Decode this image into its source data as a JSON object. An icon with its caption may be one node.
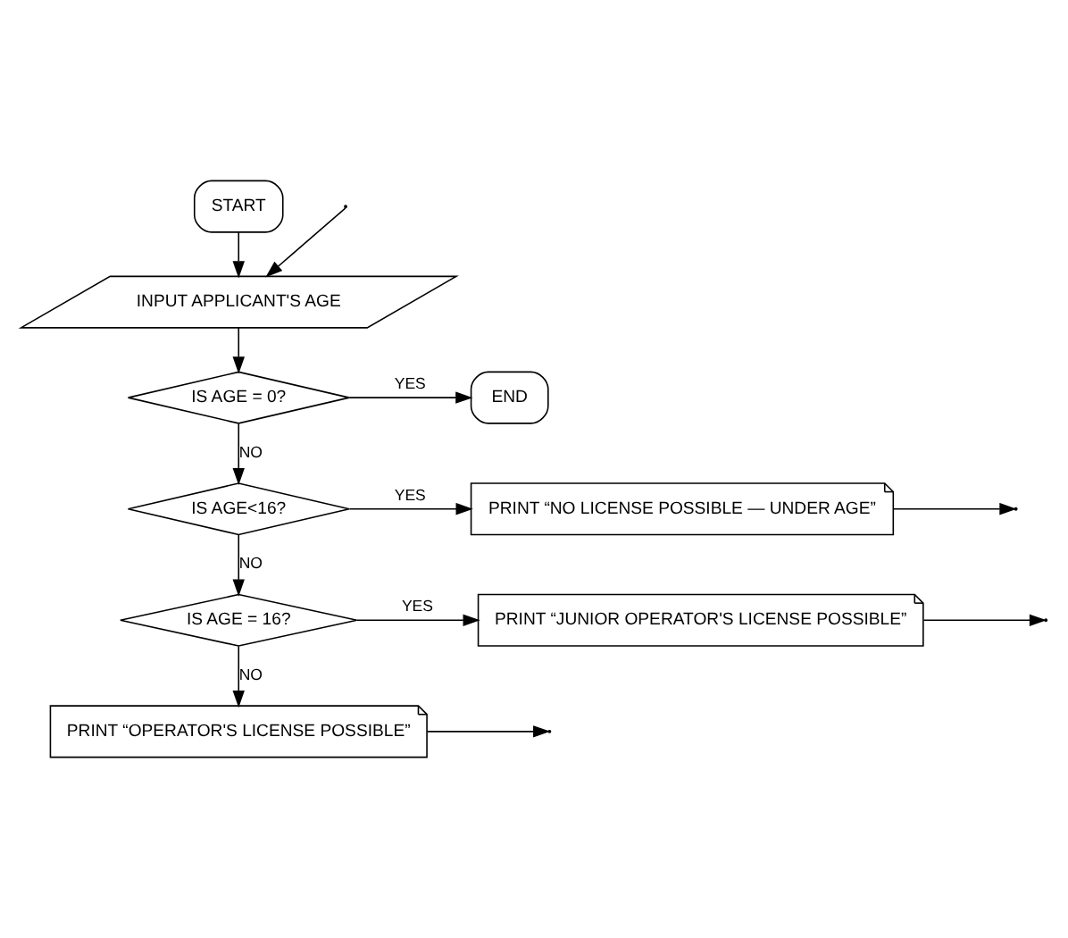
{
  "diagram": {
    "nodes": [
      {
        "text": [
          "START"
        ]
      },
      {
        "text": [
          "INPUT APPLICANT'S AGE"
        ]
      },
      {
        "text": [
          "IS AGE = 0?"
        ]
      },
      {
        "text": [
          "END"
        ]
      },
      {
        "text": [
          "IS AGE<16?"
        ]
      },
      {
        "text": [
          "PRINT “NO LICENSE POSSIBLE — UNDER AGE”"
        ]
      },
      {
        "text": [
          "IS AGE = 16?"
        ]
      },
      {
        "text": [
          "PRINT “JUNIOR OPERATOR'S LICENSE POSSIBLE”"
        ]
      },
      {
        "text": [
          "PRINT “OPERATOR'S LICENSE POSSIBLE”"
        ]
      }
    ],
    "edges": [
      {
        "from": 0,
        "to": 1,
        "arrow": "to"
      },
      {
        "from": null,
        "to": 1,
        "arrow": "to"
      },
      {
        "from": 1,
        "to": 2,
        "arrow": "to"
      },
      {
        "from": 2,
        "to": 3,
        "arrow": "to",
        "label": "YES"
      },
      {
        "from": 2,
        "to": 4,
        "arrow": "to",
        "label": "NO"
      },
      {
        "from": 4,
        "to": 5,
        "arrow": "to",
        "label": "YES"
      },
      {
        "from": 4,
        "to": 6,
        "arrow": "to",
        "label": "NO"
      },
      {
        "from": 6,
        "to": 7,
        "arrow": "to",
        "label": "YES"
      },
      {
        "from": 6,
        "to": 8,
        "arrow": "to",
        "label": "NO"
      },
      {
        "from": 5,
        "to": null,
        "arrow": "to"
      },
      {
        "from": 7,
        "to": null,
        "arrow": "to"
      },
      {
        "from": 8,
        "to": null,
        "arrow": "to"
      }
    ]
  }
}
